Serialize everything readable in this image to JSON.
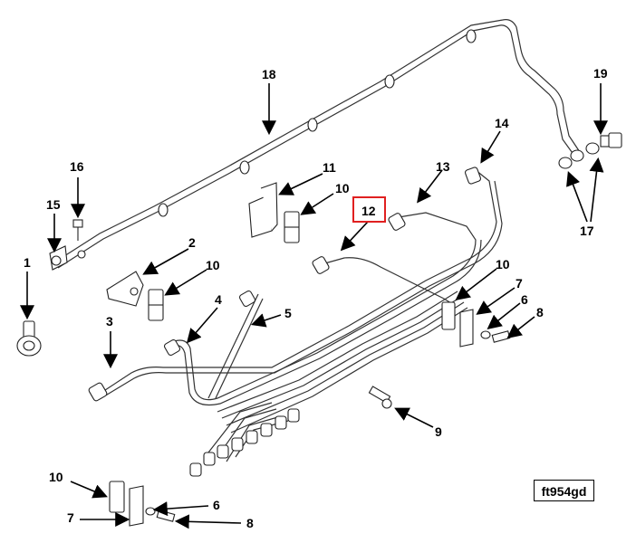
{
  "figure_id": "ft954gd",
  "callouts": {
    "c1": "1",
    "c2": "2",
    "c3": "3",
    "c4": "4",
    "c5": "5",
    "c6a": "6",
    "c6b": "6",
    "c7a": "7",
    "c7b": "7",
    "c8a": "8",
    "c8b": "8",
    "c9": "9",
    "c10a": "10",
    "c10b": "10",
    "c10c": "10",
    "c10d": "10",
    "c11": "11",
    "c12": "12",
    "c13": "13",
    "c14": "14",
    "c15": "15",
    "c16": "16",
    "c17": "17",
    "c18": "18",
    "c19": "19"
  },
  "highlight_color": "#e02020"
}
